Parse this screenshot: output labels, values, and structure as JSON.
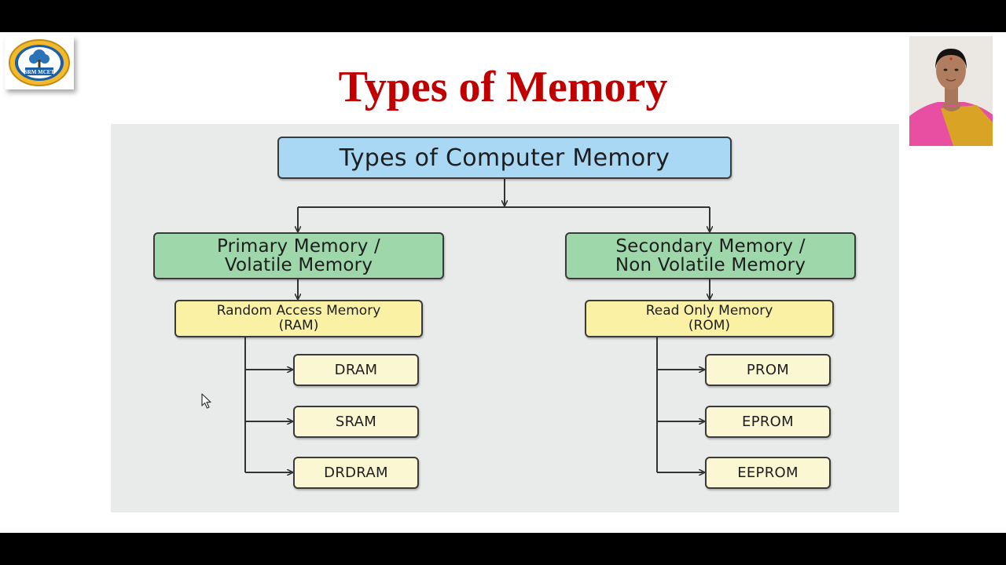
{
  "slide": {
    "logo_text": "SRM MCET",
    "title": "Types of Memory"
  },
  "diagram": {
    "root": "Types of Computer Memory",
    "primary": {
      "line1": "Primary Memory /",
      "line2": "Volatile Memory"
    },
    "secondary": {
      "line1": "Secondary Memory /",
      "line2": "Non Volatile Memory"
    },
    "ram": {
      "line1": "Random Access Memory",
      "line2": "(RAM)"
    },
    "rom": {
      "line1": "Read Only Memory",
      "line2": "(ROM)"
    },
    "ram_types": [
      "DRAM",
      "SRAM",
      "DRDRAM"
    ],
    "rom_types": [
      "PROM",
      "EPROM",
      "EEPROM"
    ]
  },
  "colors": {
    "title": "#c00000",
    "root_box": "#a9d8f5",
    "memory_box": "#9ed7aa",
    "ram_rom_box": "#fbf1a4",
    "leaf_box": "#fbf7d2",
    "diagram_bg": "#e9ebea"
  },
  "icons": [
    "college-logo-icon",
    "presenter-webcam",
    "mouse-cursor-icon"
  ]
}
